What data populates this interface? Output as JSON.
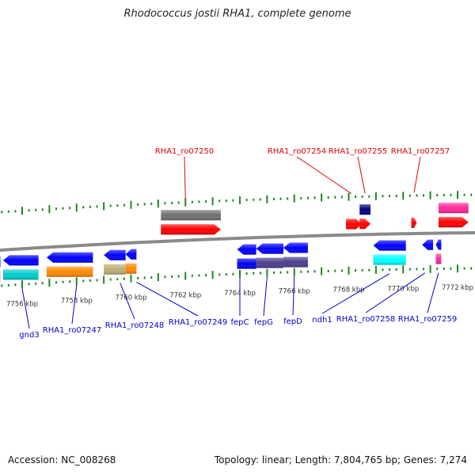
{
  "title": "Rhodococcus jostii RHA1, complete genome",
  "footer": {
    "accession": "Accession: NC_008268",
    "summary": "Topology: linear; Length: 7,804,765 bp; Genes: 7,274"
  },
  "colors": {
    "backbone": "#8a8a8a",
    "tick": "#1a8a1a",
    "forward_label": "#e00000",
    "reverse_label": "#0000cc"
  },
  "scale": {
    "unit": "kbp",
    "ticks": [
      {
        "label": "7756 kbp",
        "kbp": 7756
      },
      {
        "label": "7758 kbp",
        "kbp": 7758
      },
      {
        "label": "7760 kbp",
        "kbp": 7760
      },
      {
        "label": "7762 kbp",
        "kbp": 7762
      },
      {
        "label": "7764 kbp",
        "kbp": 7764
      },
      {
        "label": "7766 kbp",
        "kbp": 7766
      },
      {
        "label": "7768 kbp",
        "kbp": 7768
      },
      {
        "label": "7770 kbp",
        "kbp": 7770
      },
      {
        "label": "7772 kbp",
        "kbp": 7772
      }
    ]
  },
  "forward_features": [
    {
      "type": "gene",
      "kbp_start": 7761.1,
      "kbp_end": 7763.3,
      "color": "#707070",
      "row": "upper"
    },
    {
      "type": "cds",
      "kbp_start": 7761.1,
      "kbp_end": 7763.3,
      "color": "#ff0000",
      "row": "lower"
    },
    {
      "type": "cds",
      "kbp_start": 7767.9,
      "kbp_end": 7768.5,
      "color": "#ff0000",
      "row": "lower"
    },
    {
      "type": "cds",
      "kbp_start": 7768.4,
      "kbp_end": 7768.8,
      "color": "#ff0000",
      "row": "lower"
    },
    {
      "type": "misc",
      "kbp_start": 7768.4,
      "kbp_end": 7768.8,
      "color": "#000080",
      "row": "upper"
    },
    {
      "type": "cds",
      "kbp_start": 7770.3,
      "kbp_end": 7770.5,
      "color": "#ff0000",
      "row": "lower"
    },
    {
      "type": "cds",
      "kbp_start": 7771.3,
      "kbp_end": 7772.4,
      "color": "#ff0000",
      "row": "lower"
    },
    {
      "type": "misc",
      "kbp_start": 7771.3,
      "kbp_end": 7772.4,
      "color": "#ff2a9a",
      "row": "upper"
    }
  ],
  "reverse_features": [
    {
      "kbp_start": 7754.8,
      "kbp_end": 7755.2,
      "color": "#0000ff",
      "row": "upper"
    },
    {
      "kbp_start": 7754.8,
      "kbp_end": 7755.2,
      "color": "#ff7aa0",
      "row": "lower"
    },
    {
      "kbp_start": 7755.3,
      "kbp_end": 7756.6,
      "color": "#0000ff",
      "row": "upper"
    },
    {
      "kbp_start": 7755.3,
      "kbp_end": 7756.6,
      "color": "#00cccc",
      "row": "lower"
    },
    {
      "kbp_start": 7756.9,
      "kbp_end": 7758.6,
      "color": "#0000ff",
      "row": "upper"
    },
    {
      "kbp_start": 7756.9,
      "kbp_end": 7758.6,
      "color": "#ff8800",
      "row": "lower"
    },
    {
      "kbp_start": 7759.0,
      "kbp_end": 7759.8,
      "color": "#0000ff",
      "row": "upper"
    },
    {
      "kbp_start": 7759.0,
      "kbp_end": 7759.8,
      "color": "#bbb077",
      "row": "lower"
    },
    {
      "kbp_start": 7759.8,
      "kbp_end": 7760.2,
      "color": "#0000ff",
      "row": "upper"
    },
    {
      "kbp_start": 7759.8,
      "kbp_end": 7760.2,
      "color": "#ff8800",
      "row": "lower"
    },
    {
      "kbp_start": 7763.9,
      "kbp_end": 7764.6,
      "color": "#0000ff",
      "row": "upper"
    },
    {
      "kbp_start": 7763.9,
      "kbp_end": 7764.6,
      "color": "#0000ee",
      "row": "lower"
    },
    {
      "kbp_start": 7764.6,
      "kbp_end": 7765.6,
      "color": "#0000ff",
      "row": "upper"
    },
    {
      "kbp_start": 7764.6,
      "kbp_end": 7765.6,
      "color": "#4a3f8f",
      "row": "lower"
    },
    {
      "kbp_start": 7765.6,
      "kbp_end": 7766.5,
      "color": "#0000ff",
      "row": "upper"
    },
    {
      "kbp_start": 7765.6,
      "kbp_end": 7766.5,
      "color": "#4a3f8f",
      "row": "lower"
    },
    {
      "kbp_start": 7768.9,
      "kbp_end": 7770.1,
      "color": "#0000ff",
      "row": "upper"
    },
    {
      "kbp_start": 7768.9,
      "kbp_end": 7770.1,
      "color": "#00ffff",
      "row": "lower"
    },
    {
      "kbp_start": 7770.7,
      "kbp_end": 7771.1,
      "color": "#0000ff",
      "row": "upper"
    },
    {
      "kbp_start": 7771.2,
      "kbp_end": 7771.4,
      "color": "#0000ff",
      "row": "upper"
    },
    {
      "kbp_start": 7771.2,
      "kbp_end": 7771.4,
      "color": "#ff2a9a",
      "row": "lower"
    }
  ],
  "forward_labels": [
    {
      "text": "RHA1_ro07250",
      "kbp": 7762.0
    },
    {
      "text": "RHA1_ro07254",
      "kbp": 7768.1
    },
    {
      "text": "RHA1_ro07255",
      "kbp": 7768.6
    },
    {
      "text": "RHA1_ro07257",
      "kbp": 7770.4
    }
  ],
  "reverse_labels": [
    {
      "text": "gnd3",
      "kbp": 7756.0
    },
    {
      "text": "RHA1_ro07247",
      "kbp": 7758.0
    },
    {
      "text": "RHA1_ro07248",
      "kbp": 7759.6
    },
    {
      "text": "RHA1_ro07249",
      "kbp": 7760.2
    },
    {
      "text": "fepC",
      "kbp": 7764.0
    },
    {
      "text": "fepG",
      "kbp": 7765.0
    },
    {
      "text": "fepD",
      "kbp": 7766.0
    },
    {
      "text": "ndh1",
      "kbp": 7769.5
    },
    {
      "text": "RHA1_ro07258",
      "kbp": 7770.8
    },
    {
      "text": "RHA1_ro07259",
      "kbp": 7771.3
    }
  ]
}
